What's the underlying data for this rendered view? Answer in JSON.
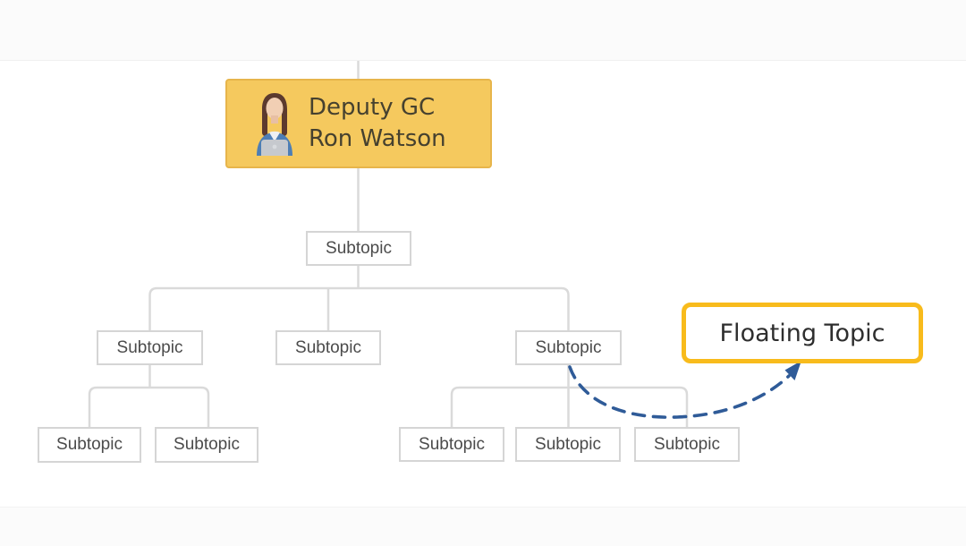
{
  "app": {
    "view": "mind-map-canvas"
  },
  "nodes": {
    "main": {
      "line1": "Deputy GC",
      "line2": "Ron Watson",
      "icon": "woman-with-laptop-avatar"
    },
    "level1": {
      "label": "Subtopic"
    },
    "level2": [
      {
        "label": "Subtopic"
      },
      {
        "label": "Subtopic"
      },
      {
        "label": "Subtopic"
      }
    ],
    "level3_left": [
      {
        "label": "Subtopic"
      },
      {
        "label": "Subtopic"
      }
    ],
    "level3_right": [
      {
        "label": "Subtopic"
      },
      {
        "label": "Subtopic"
      },
      {
        "label": "Subtopic"
      }
    ],
    "floating": {
      "label": "Floating Topic"
    }
  },
  "structure": {
    "root": "Deputy GC Ron Watson",
    "edges": [
      "main -> level1",
      "level1 -> level2[0]",
      "level1 -> level2[1]",
      "level1 -> level2[2]",
      "level2[0] -> level3_left[0]",
      "level2[0] -> level3_left[1]",
      "level2[2] -> level3_right[0]",
      "level2[2] -> level3_right[1]",
      "level2[2] -> level3_right[2]",
      "dashed-arrow: level2[2] -> floating"
    ]
  },
  "colors": {
    "main_fill": "#F5C95E",
    "main_border": "#E7B54B",
    "main_text": "#46412F",
    "subtopic_border": "#D5D5D5",
    "subtopic_text": "#4B4B4B",
    "connector": "#DADADA",
    "floating_border": "#F8BB1C",
    "arrow": "#2F5B98"
  }
}
